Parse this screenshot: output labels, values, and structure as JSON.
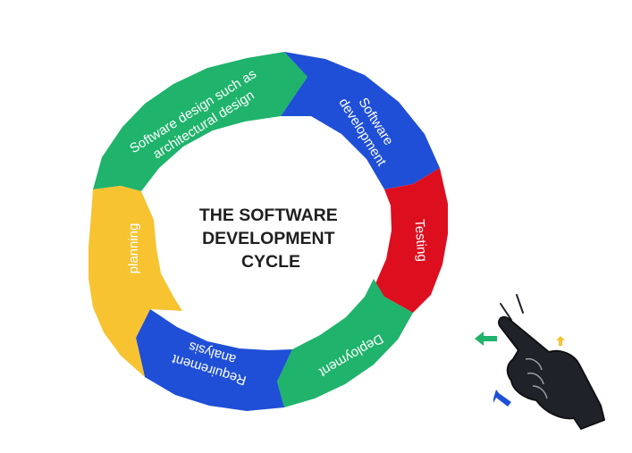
{
  "title_lines": [
    "THE SOFTWARE",
    "DEVELOPMENT",
    "CYCLE"
  ],
  "segments": [
    {
      "id": "design",
      "lines": [
        "Software design such as",
        "architectural design"
      ],
      "color": "#1fb36b"
    },
    {
      "id": "development",
      "lines": [
        "Software",
        "development"
      ],
      "color": "#1f4fd6"
    },
    {
      "id": "testing",
      "lines": [
        "Testing"
      ],
      "color": "#dd0f1e"
    },
    {
      "id": "deployment",
      "lines": [
        "Deployment"
      ],
      "color": "#1fb36b"
    },
    {
      "id": "requirement",
      "lines": [
        "Requirement",
        "analysis"
      ],
      "color": "#1f4fd6"
    },
    {
      "id": "planning",
      "lines": [
        "planning"
      ],
      "color": "#f7c331"
    }
  ],
  "hand": {
    "icon": "pointing-hand-icon",
    "arrow_colors": [
      "#1fb36b",
      "#1f4fd6",
      "#f7c331"
    ],
    "fill": "#1f2329"
  }
}
